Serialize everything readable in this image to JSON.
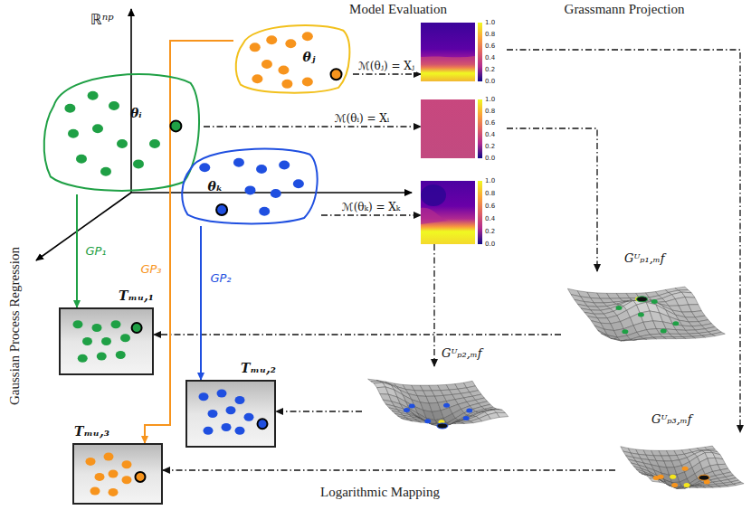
{
  "diagram": {
    "nodes": [
      {
        "text": [
          "θⱼ"
        ]
      },
      {
        "text": [
          "θᵢ"
        ]
      },
      {
        "text": [
          "θₖ"
        ]
      },
      {
        "text": [
          "1.0",
          "0.8",
          "0.6",
          "0.4",
          "0.2",
          "0.0"
        ]
      },
      {
        "text": [
          "1.0",
          "0.8",
          "0.6",
          "0.4",
          "0.2",
          "0.0"
        ]
      },
      {
        "text": [
          "1.0",
          "0.8",
          "0.6",
          "0.4",
          "0.2",
          "0.0"
        ]
      },
      {
        "text": [
          "Gᵁₚ₁,ₘf"
        ]
      },
      {
        "text": [
          "Gᵁₚ₂,ₘf"
        ]
      },
      {
        "text": [
          "Gᵁₚ₃,ₘf"
        ]
      },
      {
        "text": [
          "Tₘᵤ,₁"
        ]
      },
      {
        "text": [
          "Tₘᵤ,₂"
        ]
      },
      {
        "text": [
          "Tₘᵤ,₃"
        ]
      }
    ],
    "edges": [
      {
        "from": 0,
        "to": 3,
        "label": "ℳ(θⱼ) = Xⱼ",
        "arrow": "to"
      },
      {
        "from": 1,
        "to": 4,
        "label": "ℳ(θᵢ) = Xᵢ",
        "arrow": "to"
      },
      {
        "from": 2,
        "to": 5,
        "label": "ℳ(θₖ) = Xₖ",
        "arrow": "to"
      },
      {
        "from": 3,
        "to": 8,
        "arrow": "to"
      },
      {
        "from": 4,
        "to": 6,
        "arrow": "to"
      },
      {
        "from": 5,
        "to": 7,
        "arrow": "to"
      },
      {
        "from": 6,
        "to": 9,
        "arrow": "to"
      },
      {
        "from": 7,
        "to": 10,
        "arrow": "to"
      },
      {
        "from": 8,
        "to": 11,
        "arrow": "to"
      },
      {
        "from": 1,
        "to": 9,
        "label": "GP₁",
        "arrow": "to"
      },
      {
        "from": 2,
        "to": 10,
        "label": "GP₂",
        "arrow": "to"
      },
      {
        "from": 0,
        "to": 11,
        "label": "GP₃",
        "arrow": "to"
      }
    ],
    "labels": [
      "Model Evaluation",
      "Grassmann Projection",
      "Gaussian Process Regression",
      "Logarithmic Mapping",
      "ℝⁿᵖ"
    ]
  }
}
